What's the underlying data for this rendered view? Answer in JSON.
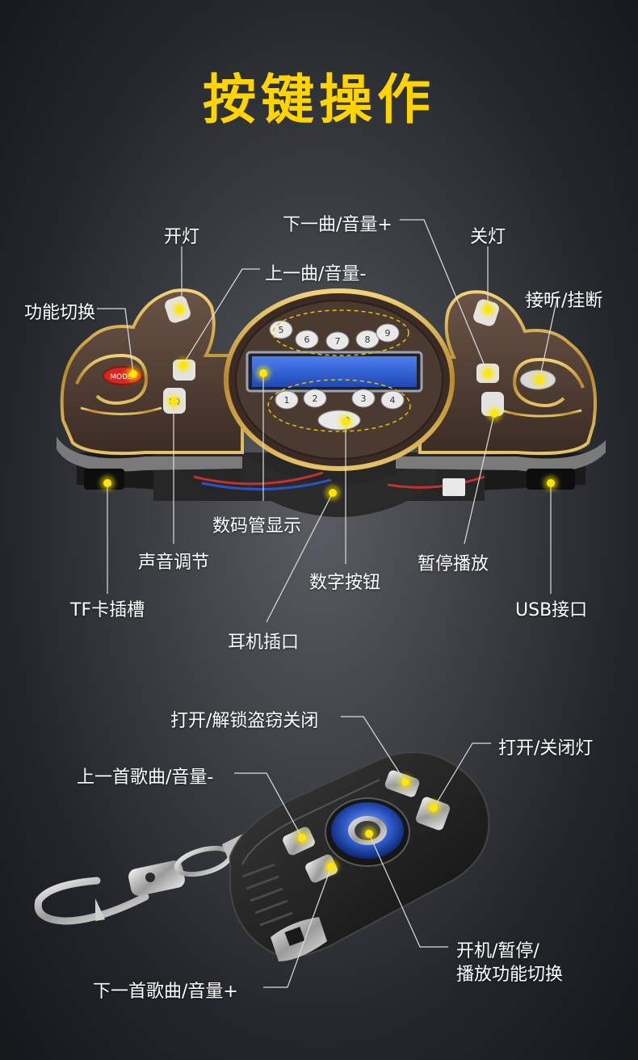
{
  "title": "按键操作",
  "panel_labels": {
    "light_on": "开灯",
    "next_track": "下一曲/音量+",
    "light_off": "关灯",
    "prev_track": "上一曲/音量-",
    "function_switch": "功能切换",
    "answer_hangup": "接听/挂断",
    "display": "数码管显示",
    "sound_adjust": "声音调节",
    "pause_play": "暂停播放",
    "number_buttons": "数字按钮",
    "tf_slot": "TF卡插槽",
    "usb_port": "USB接口",
    "earphone_jack": "耳机插口"
  },
  "panel_keys": {
    "mode": "MODE",
    "eq": "EQ",
    "digits_top": [
      "5",
      "6",
      "7",
      "8",
      "9"
    ],
    "digits_bottom": [
      "1",
      "2",
      "3",
      "4"
    ],
    "digit_zero": "0"
  },
  "remote_labels": {
    "unlock": "打开/解锁盗窃关闭",
    "light_toggle": "打开/关闭灯",
    "prev_song": "上一首歌曲/音量-",
    "power_pause_line1": "开机/暂停/",
    "power_pause_line2": "播放功能切换",
    "next_song": "下一首歌曲/音量+"
  },
  "colors": {
    "title": "#ffd400",
    "marker": "#ffe600",
    "gold_trim": "#c9a23a",
    "label": "#ffffff",
    "lcd": "#2c5fd8"
  }
}
